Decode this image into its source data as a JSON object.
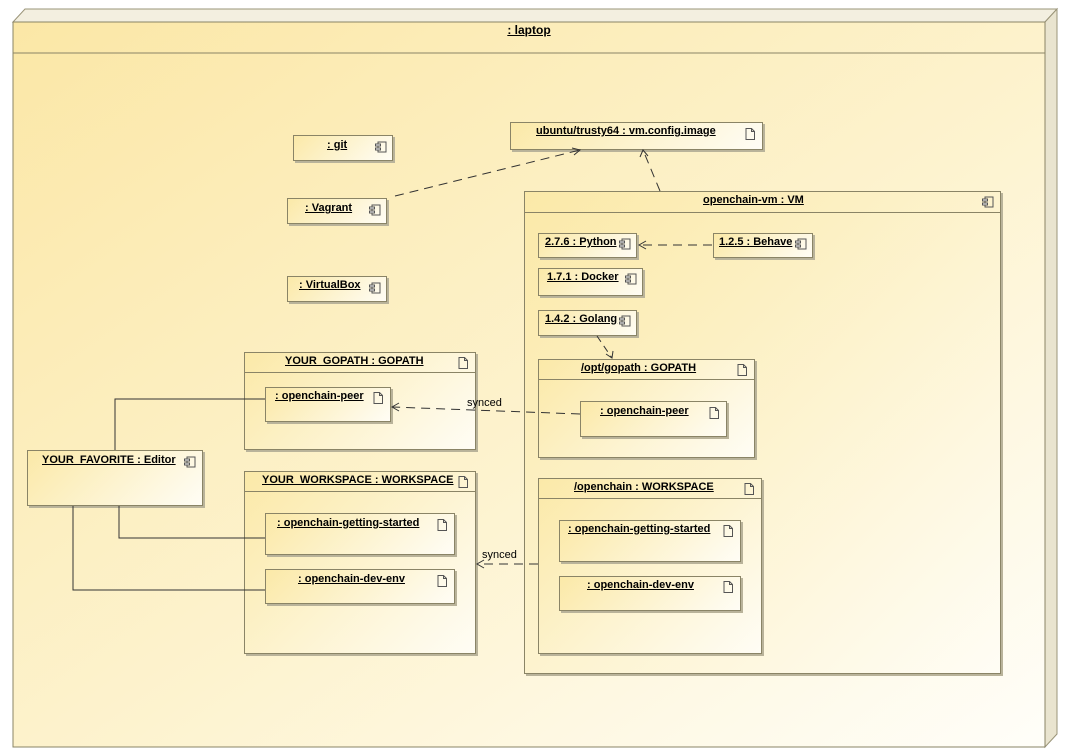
{
  "laptop": {
    "title": ": laptop"
  },
  "standalone": {
    "git": ": git",
    "vagrant": ": Vagrant",
    "virtualbox": ": VirtualBox",
    "image": "ubuntu/trusty64 : vm.config.image",
    "editor": "YOUR_FAVORITE : Editor"
  },
  "host_gopath": {
    "title": "YOUR_GOPATH : GOPATH",
    "peer": ": openchain-peer"
  },
  "host_workspace": {
    "title": "YOUR_WORKSPACE : WORKSPACE",
    "getting_started": ": openchain-getting-started",
    "dev_env": ": openchain-dev-env"
  },
  "vm": {
    "title": "openchain-vm : VM",
    "python": "2.7.6 : Python",
    "behave": "1.2.5 : Behave",
    "docker": "1.7.1 : Docker",
    "golang": "1.4.2 : Golang",
    "gopath": {
      "title": "/opt/gopath : GOPATH",
      "peer": ": openchain-peer"
    },
    "workspace": {
      "title": "/openchain : WORKSPACE",
      "getting_started": ": openchain-getting-started",
      "dev_env": ": openchain-dev-env"
    }
  },
  "edges": {
    "synced_peer": "synced",
    "synced_workspace": "synced"
  }
}
